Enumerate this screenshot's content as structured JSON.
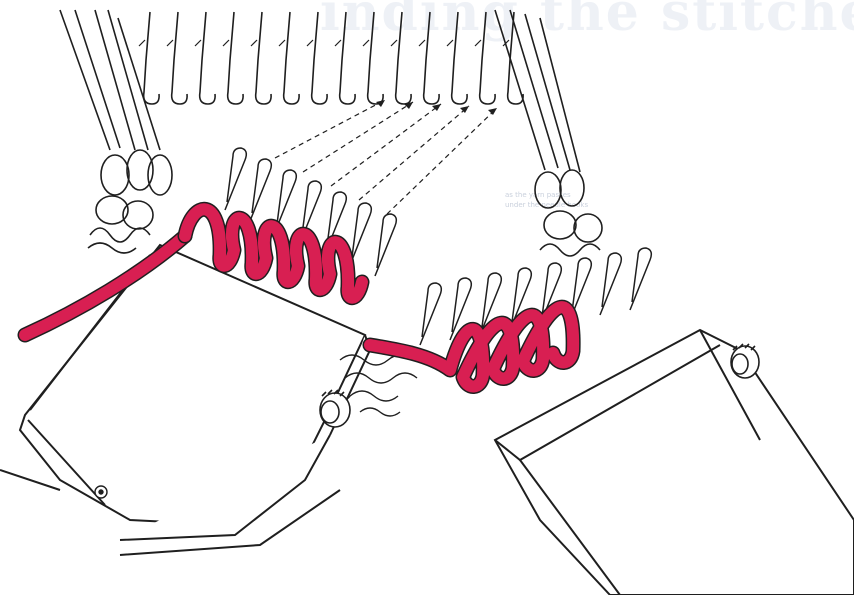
{
  "background_text": {
    "heading": "inding the stitches",
    "caption": "as the yarn passes\nunder the needle hooks"
  },
  "palette": {
    "yarn": "#d81f52",
    "yarn_dark": "#a01038",
    "ink": "#1f1f1f",
    "paper": "#ffffff",
    "ghost": "#eef1f6"
  },
  "needle_count_top": 14,
  "loops_left_carriage": 5,
  "loops_right_carriage": 4,
  "arrows_count": 5
}
